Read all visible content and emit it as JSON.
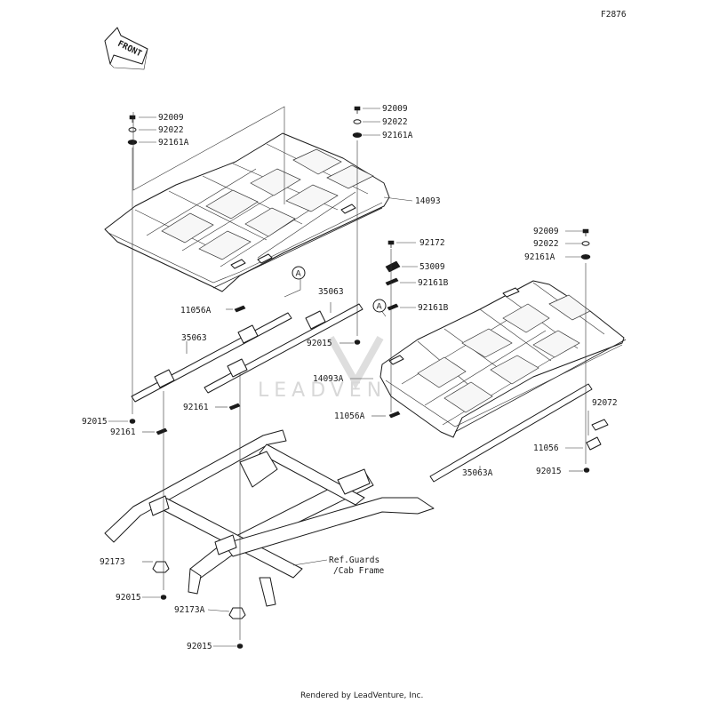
{
  "diagram_code": "F2876",
  "front_label": "FRONT",
  "footer": "Rendered by LeadVenture, Inc.",
  "watermark": "LEADVENTURE",
  "ref_labels": [
    "A",
    "A"
  ],
  "guards_ref": {
    "line1": "Ref.Guards",
    "line2": "/Cab Frame"
  },
  "part_labels": [
    {
      "id": "bolt-left",
      "text": "92009"
    },
    {
      "id": "washer-left",
      "text": "92022"
    },
    {
      "id": "seal-left",
      "text": "92161A"
    },
    {
      "id": "bolt-center",
      "text": "92009"
    },
    {
      "id": "washer-center",
      "text": "92022"
    },
    {
      "id": "seal-center",
      "text": "92161A"
    },
    {
      "id": "roof-front",
      "text": "14093"
    },
    {
      "id": "screw-mid",
      "text": "92172"
    },
    {
      "id": "clip-mid",
      "text": "53009"
    },
    {
      "id": "seal-mid-b1",
      "text": "92161B"
    },
    {
      "id": "seal-mid-b2",
      "text": "92161B"
    },
    {
      "id": "bolt-right",
      "text": "92009"
    },
    {
      "id": "washer-right",
      "text": "92022"
    },
    {
      "id": "seal-right",
      "text": "92161A"
    },
    {
      "id": "rail-front",
      "text": "35063"
    },
    {
      "id": "rail-left",
      "text": "35063"
    },
    {
      "id": "clip-front",
      "text": "11056A"
    },
    {
      "id": "nut-center",
      "text": "92015"
    },
    {
      "id": "roof-rear",
      "text": "14093A"
    },
    {
      "id": "seal-inner",
      "text": "92161"
    },
    {
      "id": "clip-rear",
      "text": "11056A"
    },
    {
      "id": "nut-left",
      "text": "92015"
    },
    {
      "id": "seal-left-low",
      "text": "92161"
    },
    {
      "id": "bracket-right",
      "text": "92072"
    },
    {
      "id": "clip-right",
      "text": "11056"
    },
    {
      "id": "nut-right",
      "text": "92015"
    },
    {
      "id": "rail-rear",
      "text": "35063A"
    },
    {
      "id": "bracket-left",
      "text": "92173"
    },
    {
      "id": "nut-low-left",
      "text": "92015"
    },
    {
      "id": "bracket-center",
      "text": "92173A"
    },
    {
      "id": "nut-low-center",
      "text": "92015"
    }
  ]
}
